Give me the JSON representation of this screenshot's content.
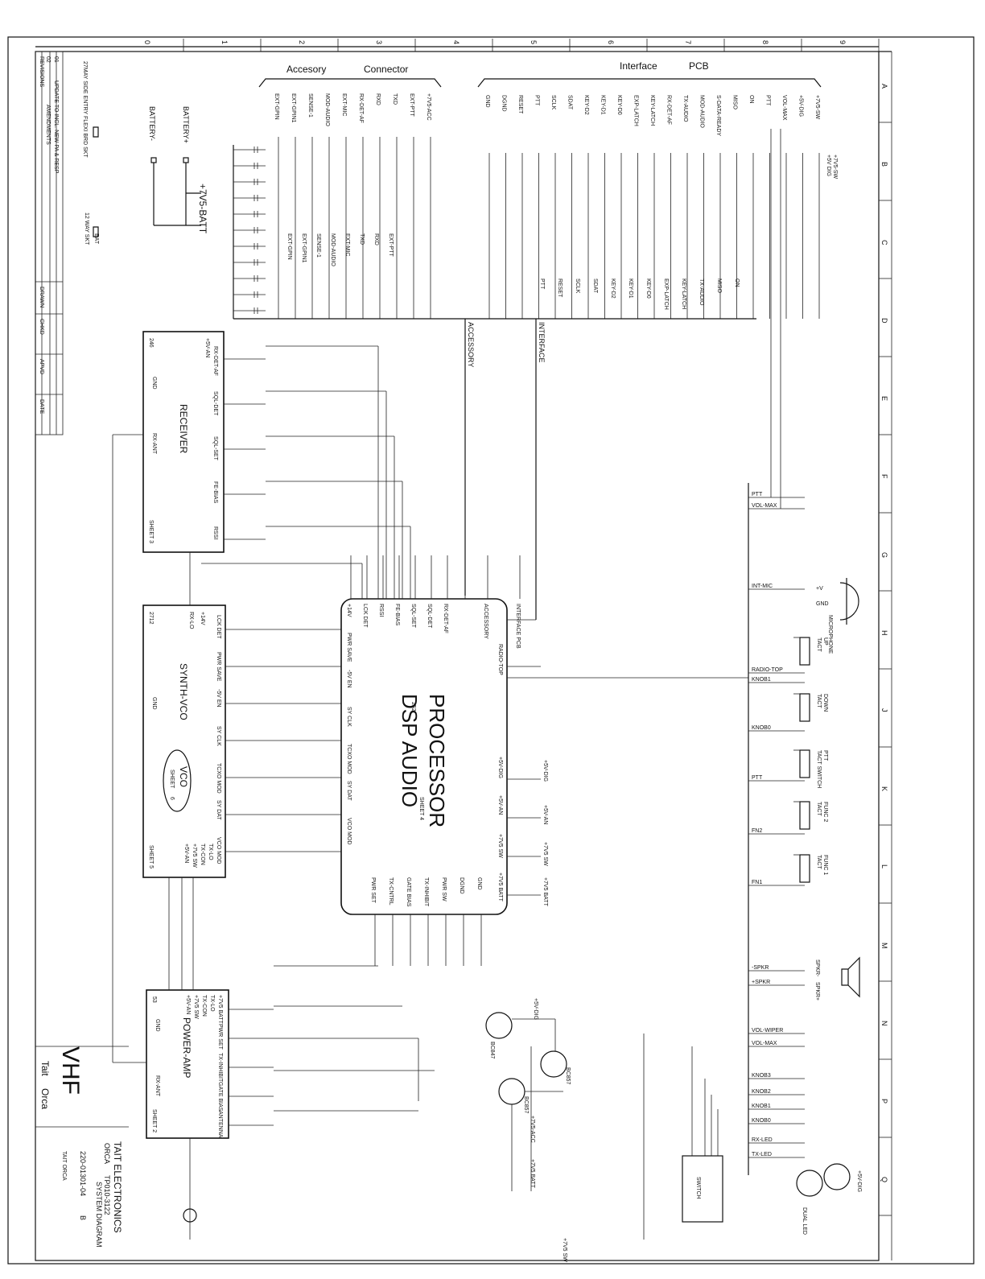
{
  "colors": {
    "ink": "#111111",
    "paper": "#ffffff"
  },
  "frame": {
    "cols_top": [
      "0",
      "1",
      "2",
      "3",
      "4",
      "5",
      "6",
      "7",
      "8",
      "9"
    ],
    "rows_right": [
      "A",
      "B",
      "C",
      "D",
      "E",
      "F",
      "G",
      "H",
      "J",
      "K",
      "L",
      "M",
      "N",
      "P",
      "Q"
    ]
  },
  "headers": {
    "accessory": "Accesory",
    "connector": "Connector",
    "interface": "Interface",
    "pcb": "PCB"
  },
  "blocks": {
    "receiver": {
      "title": "RECEIVER",
      "sheet": "SHEET 3",
      "id": "246",
      "pins_left": [
        "GND",
        "RX-ANT"
      ],
      "pins_right": [
        "RX-DET-AF",
        "SQL-DET",
        "SQL-SET",
        "FE-BIAS",
        "RSSI"
      ],
      "pins_top": [
        "+5V-AN"
      ]
    },
    "synth": {
      "title": "SYNTH-VCO",
      "sheet": "SHEET 5",
      "id": "2712",
      "vco": "VCO",
      "vco_sub": "SHEET",
      "vco_num": "6",
      "pins_left": [
        "GND"
      ],
      "pins_right": [
        "LCK DET",
        "PWR SAVE",
        "-5V EN",
        "SY CLK",
        "TCXO MOD",
        "SY DAT",
        "VCO MOD"
      ],
      "pins_top": [
        "RX-LO",
        "+14V"
      ],
      "pins_bottom": [
        "+5V-AN",
        "+7V5 SW",
        "TX-CON",
        "TX-LO"
      ]
    },
    "power": {
      "title": "POWER-AMP",
      "sheet": "SHEET 2",
      "id": "53",
      "pins_left": [
        "GND",
        "RX-ANT"
      ],
      "pins_right": [
        "+7V5 BATT",
        "PWR SET",
        "TX-INHIBIT",
        "GATE BIAS",
        "ANTENNA"
      ],
      "pins_top": [
        "+5V-AN",
        "+7V5 SW",
        "TX-CON",
        "TX-LO"
      ]
    },
    "processor": {
      "title": "PROCESSOR",
      "subtitle": "DSP AUDIO",
      "sheet": "SHEET 4",
      "id": "252",
      "pins_top": [
        "+14V",
        "LCK DET",
        "RSSI",
        "FE-BIAS",
        "SQL-SET",
        "SQL-DET",
        "RX-DET-AF",
        "ACCESSORY",
        "INTERFACE PCB"
      ],
      "pins_left": [
        "PWR SAVE",
        "-5V EN",
        "SY CLK",
        "TCXO MOD",
        "SY DAT",
        "VCO MOD"
      ],
      "pins_bottom": [
        "PWR SET",
        "TX-CNTRL",
        "GATE BIAS",
        "TX-INHIBIT",
        "PWR SW",
        "DGND",
        "GND"
      ],
      "pins_right": [
        "RADIO-TOP",
        "+5V-DIG",
        "+5V-AN",
        "+7V5 SW",
        "+7V5 BATT"
      ]
    }
  },
  "accessory_pins": [
    "EXT-GPIN",
    "EXT-GPIN1",
    "SENSE-1",
    "MOD-AUDIO",
    "EXT-MIC",
    "RX-DET-AF",
    "RXD",
    "TXD",
    "EXT-PTT",
    "+7V5-ACC"
  ],
  "accessory_nets": [
    "EXT-GPIN",
    "EXT-GPIN1",
    "SENSE-1",
    "MOD-AUDIO",
    "EXT-MIC",
    "TXD",
    "RXD",
    "EXT-PTT"
  ],
  "accessory_bus": "ACCESSORY",
  "interface_pins": [
    "GND",
    "DGND",
    "RESET",
    "PTT",
    "SCLK",
    "SDAT",
    "KEY-D2",
    "KEY-D1",
    "KEY-D0",
    "EXP-LATCH",
    "KEY-LATCH",
    "RX-DET-AF",
    "TX-AUDIO",
    "MOD-AUDIO",
    "S-DATA-READY",
    "MISO",
    "ON",
    "PTT",
    "VOL-MAX",
    "+5V-DIG",
    "+7V5-SW"
  ],
  "interface_nets": [
    "PTT",
    "RESET",
    "SCLK",
    "SDAT",
    "KEY-D2",
    "KEY-D1",
    "KEY-D0",
    "EXP-LATCH",
    "KEY-LATCH",
    "TX-AUDIO",
    "MISO",
    "ON"
  ],
  "interface_bus": "INTERFACE",
  "interface_caption": {
    "dig": "+5V DIG",
    "sw": "+7V5-SW"
  },
  "battery": {
    "plus": "BATTERY+",
    "minus": "BATTERY-",
    "rail": "+7V5-BATT",
    "connector": "12 WAY SKT",
    "sub": "BAT"
  },
  "right_panel": {
    "nets": [
      "PTT",
      "VOL-MAX",
      "INT-MIC",
      "RADIO-TOP",
      "KNOB1",
      "KNOB0",
      "PTT",
      "FN2",
      "FN1",
      "-SPKR",
      "+SPKR",
      "VOL-WIPER",
      "VOL-MAX",
      "KNOB3",
      "KNOB2",
      "KNOB1",
      "KNOB0",
      "RX-LED",
      "TX-LED"
    ],
    "switches": [
      {
        "name": "UP",
        "type": "TACT"
      },
      {
        "name": "DOWN",
        "type": "TACT"
      },
      {
        "name": "PTT",
        "type": "TACT SWITCH"
      },
      {
        "name": "FUNC 2",
        "type": "TACT"
      },
      {
        "name": "FUNC 1",
        "type": "TACT"
      }
    ],
    "mic": "MICROPHONE",
    "mic_plus": "+V",
    "mic_gnd": "GND",
    "spkr_minus": "SPKR-",
    "spkr_plus": "SPKR+",
    "rotary": "SWITCH",
    "led_label": "DUAL LED",
    "led_rail": "+5V-DIG"
  },
  "rails": {
    "dig": "+5V-DIG",
    "an": "+5V-AN",
    "sw": "+7V5 SW",
    "batt": "+7V5 BATT",
    "acc": "+7V5-ACC",
    "batt2": "+7V5 BATT",
    "sw2": "+7V5 SW"
  },
  "transistors": [
    "BC847",
    "BC857",
    "BC857"
  ],
  "revisions": {
    "header": "REVISIONS",
    "rows": [
      {
        "rev": "02",
        "text": "AMENDMENTS"
      },
      {
        "rev": "01",
        "text": "UPDATE TO INCL. NEW PA & RESP"
      }
    ],
    "note": "27MAY  SIDE ENTRY FLEXI BRD SKT",
    "cols": [
      "DRAWN",
      "CHKD",
      "APVD",
      "DATE"
    ]
  },
  "title_block": {
    "company": "TAIT ELECTRONICS",
    "product": "ORCA",
    "title": "SYSTEM DIAGRAM",
    "doc": "TP010-3122",
    "number": "220-01301-04",
    "rev": "B",
    "band": "VHF",
    "series_a": "Tait",
    "series_b": "Orca",
    "footer": "TAIT ORCA"
  }
}
